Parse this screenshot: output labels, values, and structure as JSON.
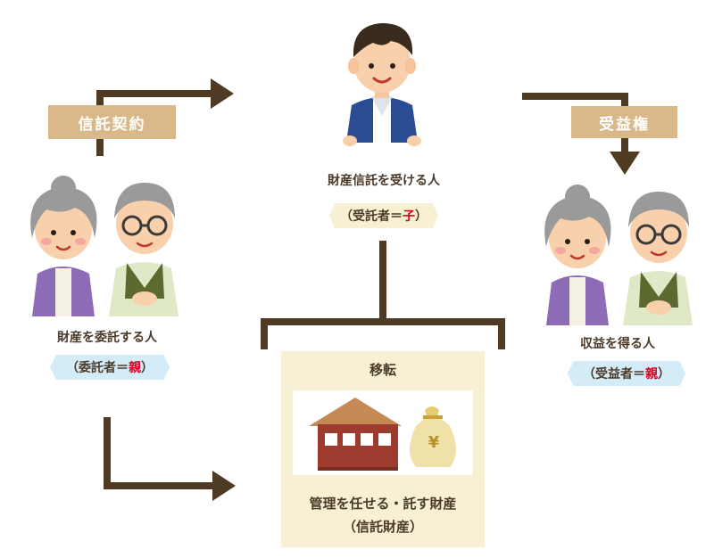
{
  "tags": {
    "trust_contract": "信託契約",
    "beneficial_right": "受益権"
  },
  "trustee": {
    "caption": "財産信託を受ける人",
    "role_prefix": "（受託者＝",
    "role_value": "子",
    "role_suffix": "）"
  },
  "settlor": {
    "caption": "財産を委託する人",
    "role_prefix": "（委託者＝",
    "role_value": "親",
    "role_suffix": "）"
  },
  "beneficiary": {
    "caption": "収益を得る人",
    "role_prefix": "（受益者＝",
    "role_value": "親",
    "role_suffix": "）"
  },
  "asset_box": {
    "title": "移転",
    "line1": "管理を任せる・託す財産",
    "line2": "（信託財産）",
    "yen_symbol": "¥"
  },
  "colors": {
    "arrow": "#4f3a24",
    "tag": "#d9b98a",
    "pill_yellow": "#f7f0d2",
    "pill_blue": "#d3ecf8",
    "asset_bg": "#f7f0d2",
    "accent_red": "#d6001c"
  }
}
